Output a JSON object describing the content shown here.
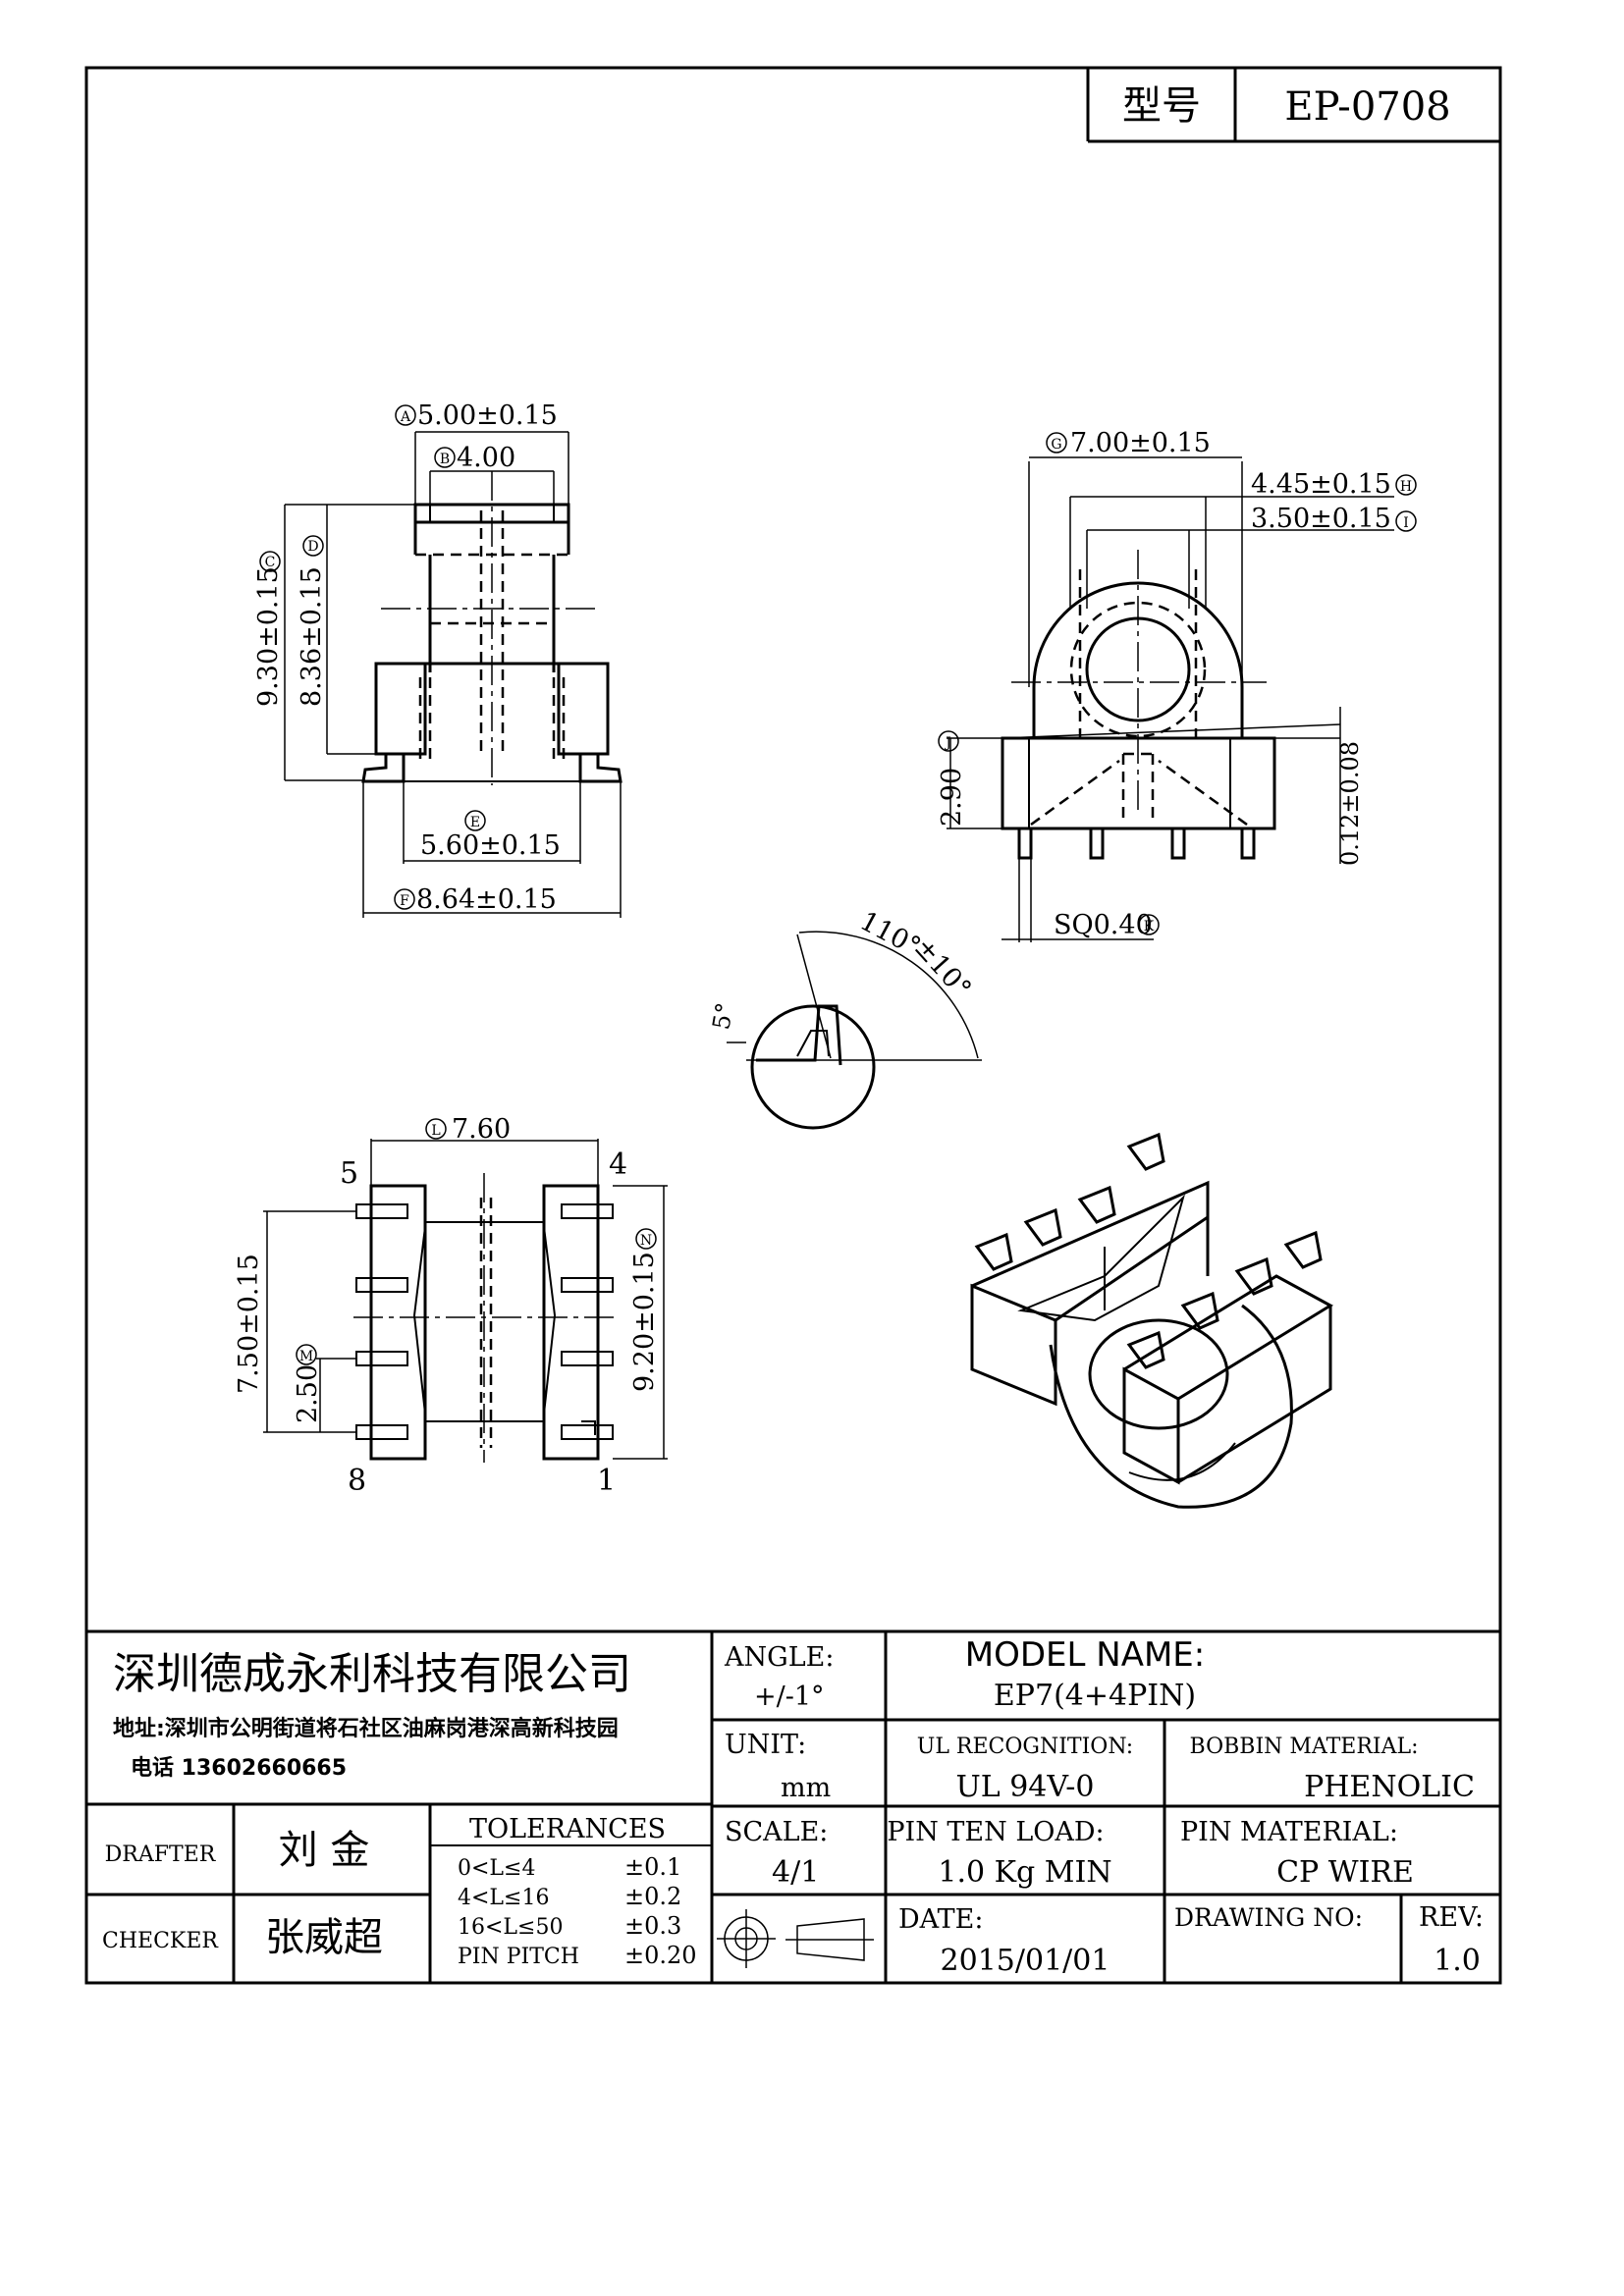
{
  "title_block_top": {
    "model_label": "型号",
    "model_value": "EP-0708"
  },
  "views": {
    "front": {
      "dim_A": "A",
      "dim_A_value": "5.00±0.15",
      "dim_B": "B",
      "dim_B_value": "4.00",
      "dim_C": "C",
      "dim_C_value": "9.30±0.15",
      "dim_D": "D",
      "dim_D_value": "8.36±0.15",
      "dim_E": "E",
      "dim_E_value": "5.60±0.15",
      "dim_F": "F",
      "dim_F_value": "8.64±0.15"
    },
    "side": {
      "dim_G": "G",
      "dim_G_value": "7.00±0.15",
      "dim_H": "H",
      "dim_H_value": "4.45±0.15",
      "dim_I": "I",
      "dim_I_value": "3.50±0.15",
      "dim_J": "J",
      "dim_J_value": "2.90",
      "dim_pin_value": "0.12±0.08",
      "dim_K": "K",
      "dim_K_value": "SQ0.40"
    },
    "angle_detail": {
      "angle_value": "110°",
      "angle_tol": "±10°",
      "small_angle": "5°"
    },
    "bottom": {
      "dim_L": "L",
      "dim_L_value": "7.60",
      "dim_M": "M",
      "dim_M_value": "2.50",
      "dim_pitch_value": "7.50±0.15",
      "dim_N": "N",
      "dim_N_value": "9.20±0.15",
      "pin_5": "5",
      "pin_4": "4",
      "pin_8": "8",
      "pin_1": "1"
    }
  },
  "title_block": {
    "company_name": "深圳德成永利科技有限公司",
    "address": "地址:深圳市公明街道将石社区油麻岗港深高新科技园",
    "phone": "电话 13602660665",
    "drafter_label": "DRAFTER",
    "drafter_name": "刘  金",
    "checker_label": "CHECKER",
    "checker_name": "张威超",
    "tolerances_label": "TOLERANCES",
    "tolerances": [
      {
        "range": "0<L≤4",
        "value": "±0.1"
      },
      {
        "range": "4<L≤16",
        "value": "±0.2"
      },
      {
        "range": "16<L≤50",
        "value": "±0.3"
      },
      {
        "range": "PIN PITCH",
        "value": "±0.20"
      }
    ],
    "angle_label": "ANGLE:",
    "angle_value": "+/-1°",
    "unit_label": "UNIT:",
    "unit_value": "mm",
    "scale_label": "SCALE:",
    "scale_value": "4/1",
    "model_name_label": "MODEL NAME:",
    "model_name_value": "EP7(4+4PIN)",
    "ul_label": "UL RECOGNITION:",
    "ul_value": "UL 94V-0",
    "bobbin_label": "BOBBIN MATERIAL:",
    "bobbin_value": "PHENOLIC",
    "pin_load_label": "PIN TEN LOAD:",
    "pin_load_value": "1.0 Kg MIN",
    "pin_material_label": "PIN MATERIAL:",
    "pin_material_value": "CP WIRE",
    "date_label": "DATE:",
    "date_value": "2015/01/01",
    "drawing_no_label": "DRAWING NO:",
    "drawing_no_value": "",
    "rev_label": "REV:",
    "rev_value": "1.0"
  }
}
